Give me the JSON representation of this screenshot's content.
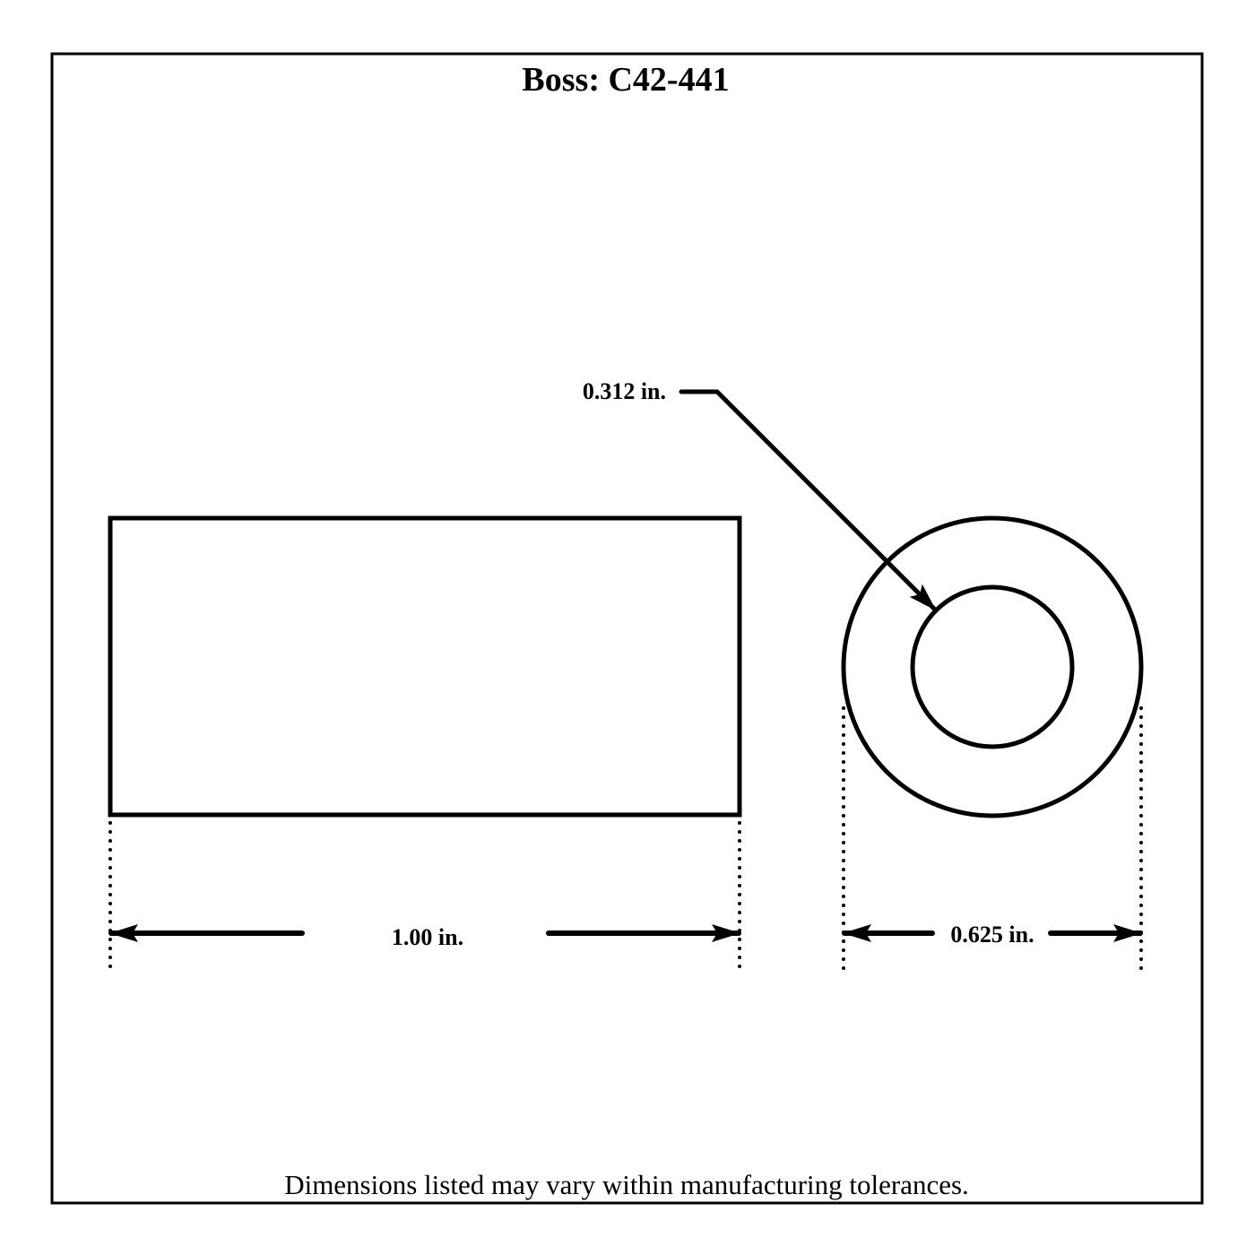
{
  "title": "Boss: C42-441",
  "dimensions": {
    "length": "1.00 in.",
    "outer_diameter": "0.625 in.",
    "inner_diameter": "0.312 in."
  },
  "footer": "Dimensions listed may vary within manufacturing tolerances."
}
